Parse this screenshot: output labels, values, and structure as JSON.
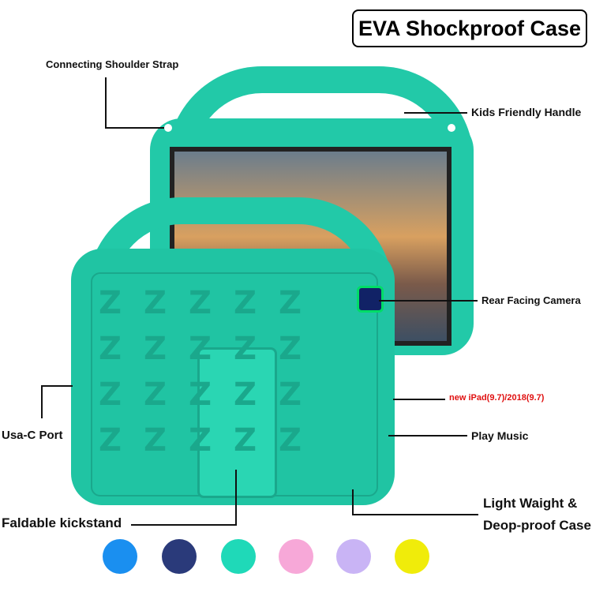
{
  "title": "EVA Shockproof Case",
  "labels": {
    "shoulder_strap": "Connecting Shoulder Strap",
    "handle": "Kids Friendly Handle",
    "camera": "Rear Facing Camera",
    "compat": "new iPad(9.7)/2018(9.7)",
    "usb": "Usa-C Port",
    "music": "Play Music",
    "kickstand": "Faldable kickstand",
    "light1": "Light Waight &",
    "light2": "Deop-proof Case"
  },
  "colors": {
    "case": "#22c9a8",
    "compat_text": "#e01010"
  },
  "swatches": [
    "#1a8ff0",
    "#2a3a7a",
    "#1fd9b8",
    "#f7a8d8",
    "#c9b4f5",
    "#f0ec0a"
  ]
}
